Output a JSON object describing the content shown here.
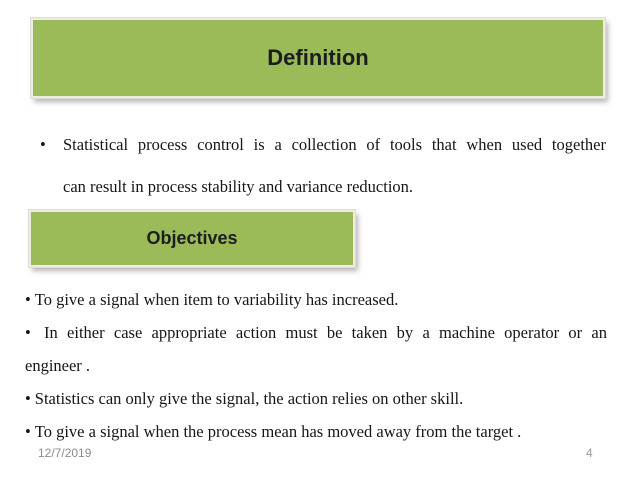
{
  "slide": {
    "background_color": "#ffffff",
    "accent_color": "#9BBB59",
    "banner_border_color": "#EDEEE1",
    "title_box": {
      "label": "Definition"
    },
    "intro_bullet": {
      "marker": "•",
      "line1": "Statistical process control is a collection of tools that when used together",
      "line2": "can result in process stability and variance reduction."
    },
    "objectives_box": {
      "label": "Objectives"
    },
    "objectives": [
      {
        "marker": "•",
        "line1": "To give a signal when item to variability has increased."
      },
      {
        "marker": "•",
        "line1": "In either case appropriate action must be taken by a machine operator or an",
        "line2": "engineer ."
      },
      {
        "marker": "•",
        "line1": "Statistics can only give the signal, the action relies on other skill."
      },
      {
        "marker": "•",
        "line1": "To give a signal when the process mean has moved away from the target ."
      }
    ],
    "footer": {
      "date": "12/7/2019",
      "page_number": "4"
    }
  }
}
